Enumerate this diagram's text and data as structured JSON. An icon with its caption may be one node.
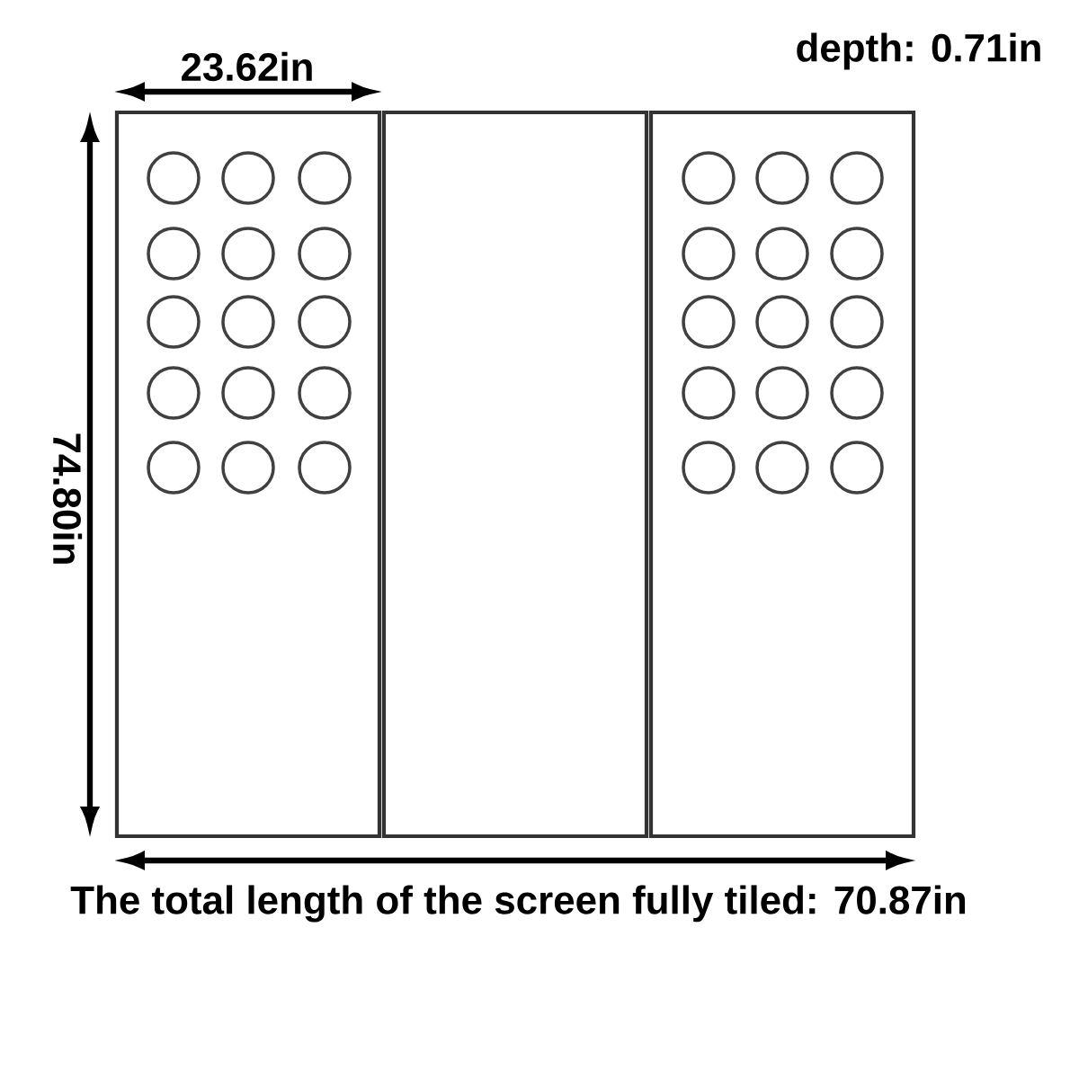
{
  "diagram": {
    "labels": [
      "23.62in",
      "depth: 0.71in",
      "74.80in",
      "The total length of the screen fully tiled: 70.87in"
    ]
  }
}
